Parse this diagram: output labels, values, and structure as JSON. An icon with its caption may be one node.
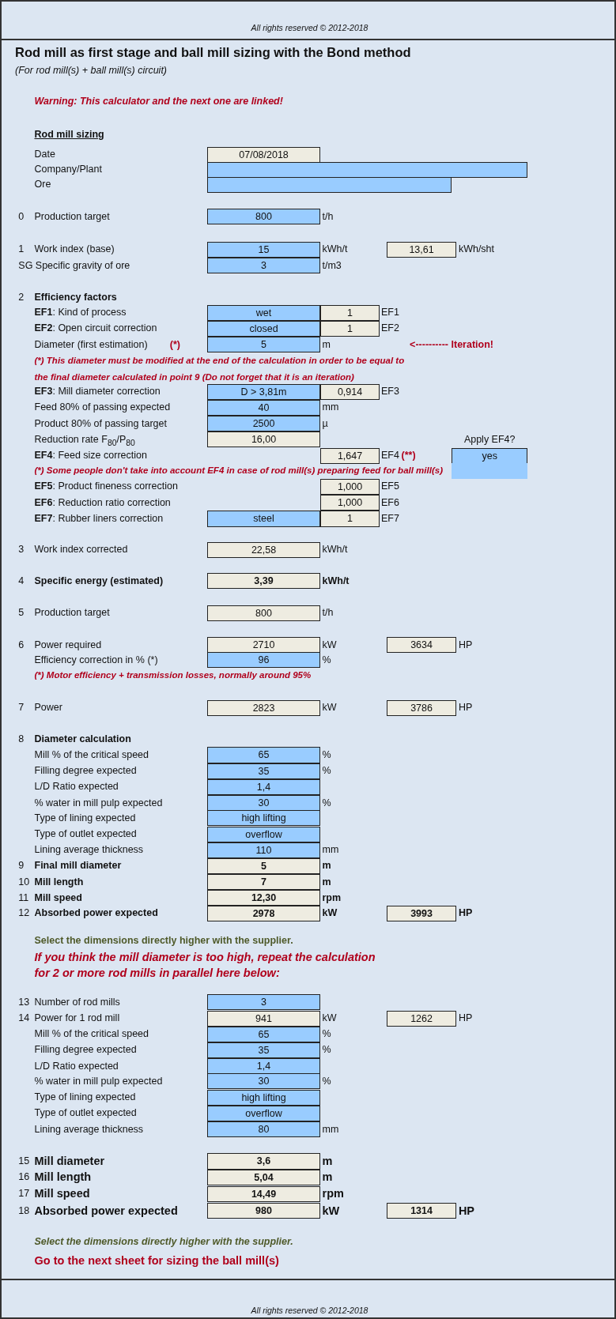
{
  "diagram": {
    "title": "Rod mill as first stage and ball mill sizing with the Bond method",
    "nodes": [
      {
        "text": [
          "07/08/2018"
        ]
      },
      {
        "text": [],
        "shape": "box"
      },
      {
        "text": [],
        "shape": "box"
      },
      {
        "text": [
          "800"
        ]
      },
      {
        "text": [
          "15"
        ]
      },
      {
        "text": [
          "13,61"
        ]
      },
      {
        "text": [
          "3"
        ]
      },
      {
        "text": [
          "wet"
        ]
      },
      {
        "text": [
          "1"
        ]
      },
      {
        "text": [
          "closed"
        ]
      },
      {
        "text": [
          "1"
        ]
      },
      {
        "text": [
          "5"
        ]
      },
      {
        "text": [
          "D > 3,81m"
        ]
      },
      {
        "text": [
          "0,914"
        ]
      },
      {
        "text": [
          "40"
        ]
      },
      {
        "text": [
          "2500"
        ]
      },
      {
        "text": [
          "16,00"
        ]
      },
      {
        "text": [
          "1,647"
        ]
      },
      {
        "text": [
          "yes"
        ]
      },
      {
        "text": [],
        "shape": "box"
      },
      {
        "text": [
          "1,000"
        ]
      },
      {
        "text": [
          "1,000"
        ]
      },
      {
        "text": [
          "steel"
        ]
      },
      {
        "text": [
          "1"
        ]
      },
      {
        "text": [
          "22,58"
        ]
      },
      {
        "text": [
          "3,39"
        ]
      },
      {
        "text": [
          "800"
        ]
      },
      {
        "text": [
          "2710"
        ]
      },
      {
        "text": [
          "3634"
        ]
      },
      {
        "text": [
          "96"
        ]
      },
      {
        "text": [
          "2823"
        ]
      },
      {
        "text": [
          "3786"
        ]
      },
      {
        "text": [
          "65"
        ]
      },
      {
        "text": [
          "35"
        ]
      },
      {
        "text": [
          "1,4"
        ]
      },
      {
        "text": [
          "30"
        ]
      },
      {
        "text": [
          "high lifting"
        ]
      },
      {
        "text": [
          "overflow"
        ]
      },
      {
        "text": [
          "110"
        ]
      },
      {
        "text": [
          "5"
        ]
      },
      {
        "text": [
          "7"
        ]
      },
      {
        "text": [
          "12,30"
        ]
      },
      {
        "text": [
          "2978"
        ]
      },
      {
        "text": [
          "3993"
        ]
      },
      {
        "text": [
          "3"
        ]
      },
      {
        "text": [
          "941"
        ]
      },
      {
        "text": [
          "1262"
        ]
      },
      {
        "text": [
          "65"
        ]
      },
      {
        "text": [
          "35"
        ]
      },
      {
        "text": [
          "1,4"
        ]
      },
      {
        "text": [
          "30"
        ]
      },
      {
        "text": [
          "high lifting"
        ]
      },
      {
        "text": [
          "overflow"
        ]
      },
      {
        "text": [
          "80"
        ]
      },
      {
        "text": [
          "3,6"
        ]
      },
      {
        "text": [
          "5,04"
        ]
      },
      {
        "text": [
          "14,49"
        ]
      },
      {
        "text": [
          "980"
        ]
      },
      {
        "text": [
          "1314"
        ]
      }
    ],
    "labels": [
      "All rights reserved © 2012-2018",
      "(For rod mill(s) + ball mill(s) circuit)",
      "Warning: This calculator and the next one are linked!",
      "Rod mill sizing",
      "Date",
      "Company/Plant",
      "Ore",
      "0",
      "Production target",
      "t/h",
      "1",
      "Work index (base)",
      "kWh/t",
      "kWh/sht",
      "SG Specific gravity of ore",
      "t/m3",
      "2",
      "Efficiency factors",
      "**EF1**: Kind of process",
      "EF1",
      "**EF2**: Open circuit correction",
      "EF2",
      "Diameter (first estimation)",
      "(*)",
      "m",
      "<---------- Iteration!",
      "(*) This diameter must be modified at the end of the calculation in order to be equal to the final diameter calculated in point 9 (Do not forget that it is an iteration)",
      "**EF3**: Mill diameter correction",
      "EF3",
      "Feed 80% of passing expected",
      "mm",
      "Product 80% of passing target",
      "µ",
      "Reduction rate F$_{80}$/P$_{80}$",
      "Apply EF4?",
      "**EF4**: Feed size correction",
      "EF4",
      "(**)",
      "(*) Some people don't take into account EF4 in case of rod mill(s) preparing feed for ball mill(s)",
      "**EF5**: Product fineness correction",
      "EF5",
      "**EF6**: Reduction ratio correction",
      "EF6",
      "**EF7**: Rubber liners correction",
      "EF7",
      "3",
      "Work index corrected",
      "kWh/t",
      "4",
      "Specific energy (estimated)",
      "kWh/t",
      "5",
      "Production target",
      "t/h",
      "6",
      "Power required",
      "kW",
      "HP",
      "Efficiency correction in % (*)",
      "%",
      "(*) Motor efficiency + transmission losses, normally around 95%",
      "7",
      "Power",
      "kW",
      "HP",
      "8",
      "Diameter calculation",
      "Mill % of the critical speed",
      "%",
      "Filling degree expected",
      "%",
      "L/D Ratio expected",
      "% water in mill pulp expected",
      "%",
      "Type of lining expected",
      "Type of outlet expected",
      "Lining average thickness",
      "mm",
      "9",
      "Final mill diameter",
      "m",
      "10",
      "Mill length",
      "m",
      "11",
      "Mill speed",
      "rpm",
      "12",
      "Absorbed power expected",
      "kW",
      "HP",
      "Select the dimensions directly higher with the supplier.",
      "If you think the mill diameter is too high, repeat the calculation for 2 or more rod mills in parallel here below:",
      "13",
      "Number of rod mills",
      "14",
      "Power for 1 rod mill",
      "kW",
      "HP",
      "Mill % of the critical speed",
      "%",
      "Filling degree expected",
      "%",
      "L/D Ratio expected",
      "% water in mill pulp expected",
      "%",
      "Type of lining expected",
      "Type of outlet expected",
      "Lining average thickness",
      "mm",
      "15",
      "Mill diameter",
      "m",
      "16",
      "Mill length",
      "m",
      "17",
      "Mill speed",
      "rpm",
      "18",
      "Absorbed power expected",
      "kW",
      "HP",
      "Select the dimensions directly higher with the supplier.",
      "Go to the next sheet for sizing the ball mill(s)",
      "All rights reserved © 2012-2018"
    ]
  }
}
